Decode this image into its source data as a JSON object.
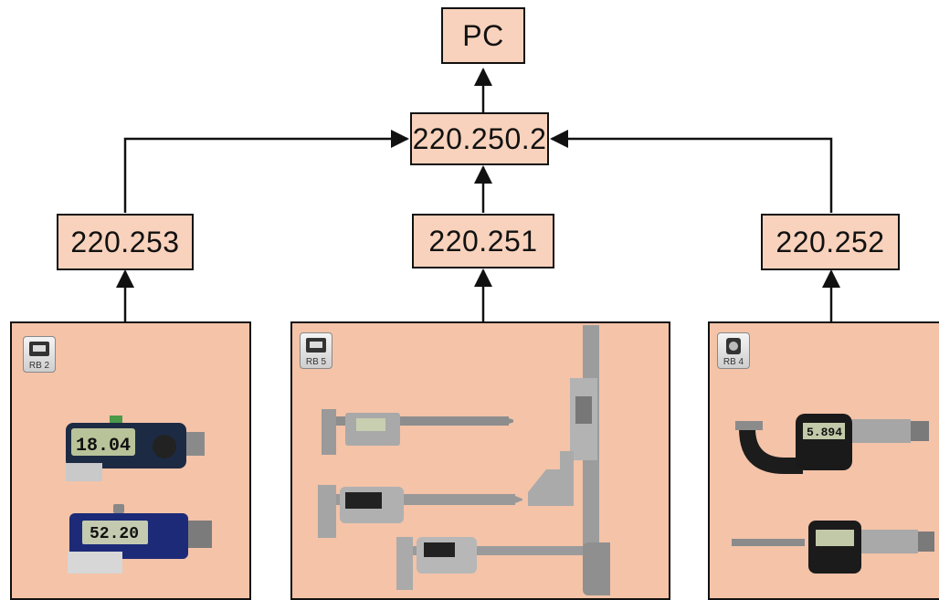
{
  "nodes": {
    "pc": "PC",
    "hub": "220.250.2",
    "left": "220.253",
    "center": "220.251",
    "right": "220.252"
  },
  "panels": {
    "left_badge": "RB 2",
    "center_badge": "RB 5",
    "right_badge": "RB 4"
  },
  "displays": {
    "caliper_top": "18.04",
    "caliper_bottom": "52.20",
    "micrometer_top": "5.894"
  }
}
